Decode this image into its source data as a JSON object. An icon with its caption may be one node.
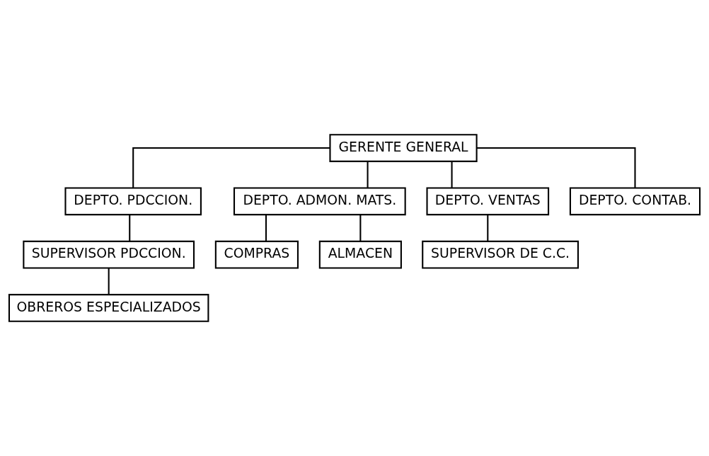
{
  "diagram": {
    "nodes": [
      {
        "text": [
          "GERENTE GENERAL"
        ]
      },
      {
        "text": [
          "DEPTO. PDCCION."
        ]
      },
      {
        "text": [
          "DEPTO. ADMON. MATS."
        ]
      },
      {
        "text": [
          "DEPTO. VENTAS"
        ]
      },
      {
        "text": [
          "DEPTO. CONTAB."
        ]
      },
      {
        "text": [
          "SUPERVISOR PDCCION."
        ]
      },
      {
        "text": [
          "COMPRAS"
        ]
      },
      {
        "text": [
          "SUPERVISOR DE C.C."
        ]
      },
      {
        "text": [
          "ALMACEN"
        ]
      },
      {
        "text": [
          "OBREROS ESPECIALIZADOS"
        ]
      }
    ],
    "edges": [
      {
        "from": 0,
        "to": 1,
        "arrow": "none"
      },
      {
        "from": 0,
        "to": 2,
        "arrow": "none"
      },
      {
        "from": 0,
        "to": 3,
        "arrow": "none"
      },
      {
        "from": 0,
        "to": 4,
        "arrow": "none"
      },
      {
        "from": 1,
        "to": 5,
        "arrow": "none"
      },
      {
        "from": 2,
        "to": 6,
        "arrow": "none"
      },
      {
        "from": 2,
        "to": 8,
        "arrow": "none"
      },
      {
        "from": 3,
        "to": 7,
        "arrow": "none"
      },
      {
        "from": 5,
        "to": 9,
        "arrow": "none"
      }
    ]
  }
}
